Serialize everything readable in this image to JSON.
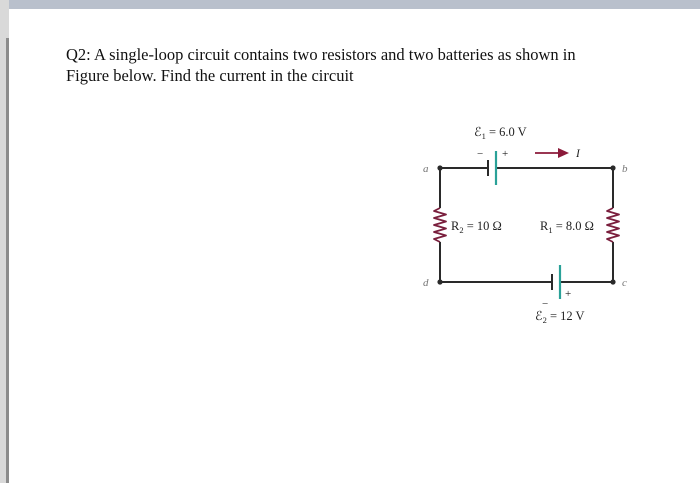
{
  "question": {
    "line1": "Q2: A single-loop circuit contains two resistors and two batteries as shown in",
    "line2": "Figure below. Find the current in the circuit"
  },
  "circuit": {
    "emf1": {
      "symbol": "ℰ",
      "sub": "1",
      "value": " = 6.0 V",
      "minus": "−",
      "plus": "+"
    },
    "emf2": {
      "symbol": "ℰ",
      "sub": "2",
      "value": " = 12 V",
      "minus": "−",
      "plus": "+"
    },
    "R2": {
      "symbol": "R",
      "sub": "2",
      "value": " = 10 Ω"
    },
    "R1": {
      "symbol": "R",
      "sub": "1",
      "value": " = 8.0 Ω"
    },
    "current_label": "I",
    "nodes": {
      "a": "a",
      "b": "b",
      "c": "c",
      "d": "d"
    },
    "colors": {
      "wire": "#2a2a2a",
      "resistor": "#7a1f3d",
      "battery_long": "#2aa198",
      "arrow": "#8b1a3a"
    }
  }
}
